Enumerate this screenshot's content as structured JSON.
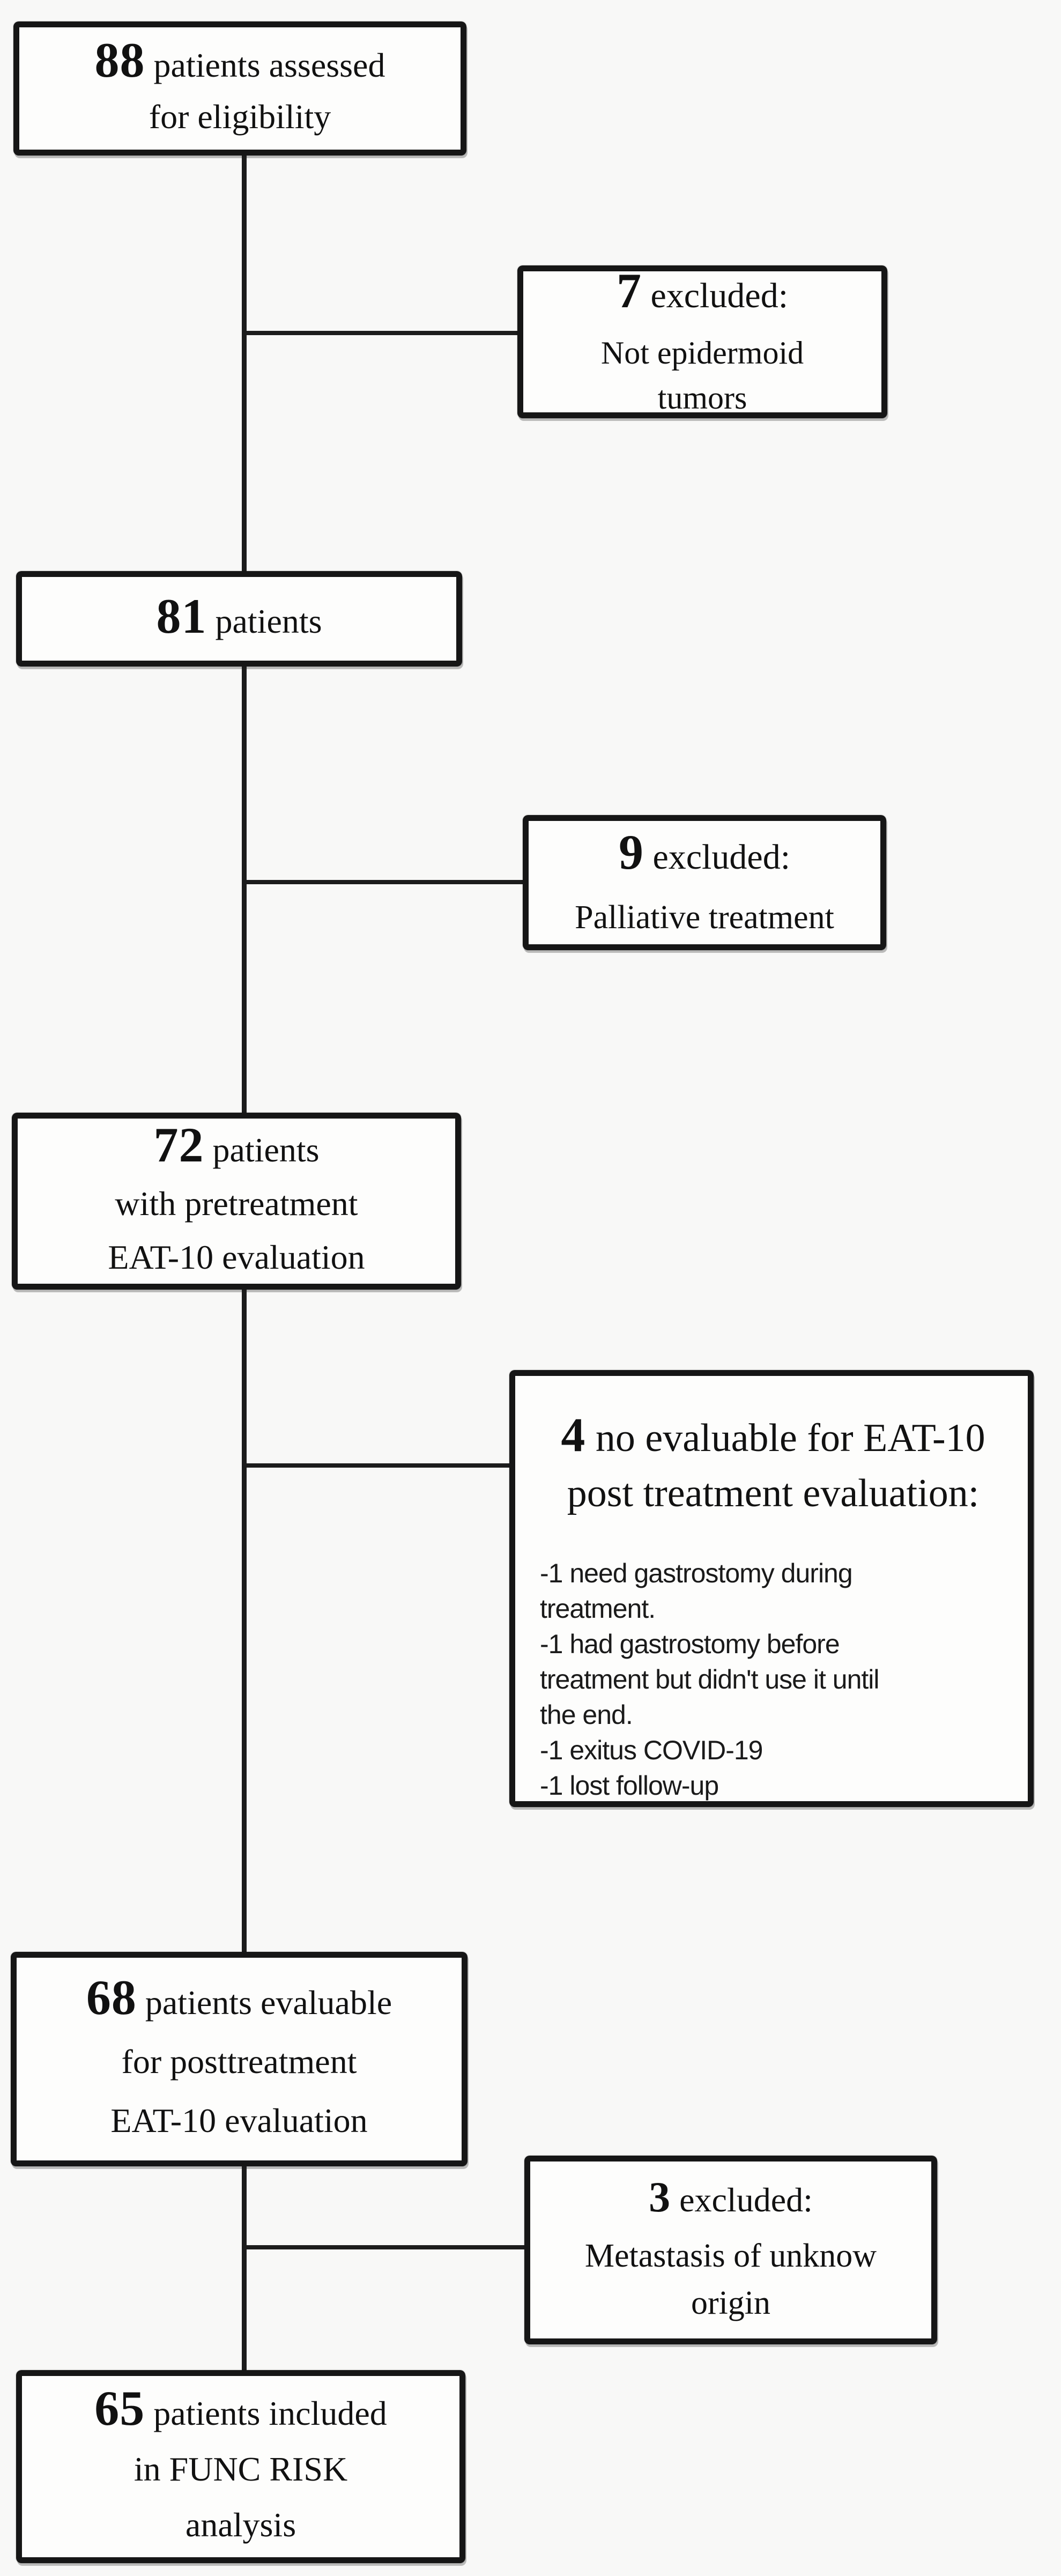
{
  "figure": {
    "type": "patient-flow-diagram",
    "colors": {
      "background": "#f8f8f7",
      "box_fill": "#fdfdfc",
      "line": "#1c1c1c",
      "border": "#161616"
    },
    "boxes": {
      "assessed": {
        "number": "88",
        "label": "patients assessed",
        "lines": [
          "for eligibility"
        ]
      },
      "excluded_1": {
        "number": "7",
        "label": "excluded:",
        "lines": [
          "Not epidermoid",
          "tumors"
        ]
      },
      "patients_81": {
        "number": "81",
        "label": "patients"
      },
      "excluded_2": {
        "number": "9",
        "label": "excluded:",
        "lines": [
          "Palliative treatment"
        ]
      },
      "pretreatment": {
        "number": "72",
        "label": "patients",
        "lines": [
          "with pretreatment",
          "EAT-10 evaluation"
        ]
      },
      "not_evaluable": {
        "number": "4",
        "label": "no evaluable for EAT-10",
        "lines": [
          "post treatment evaluation:"
        ],
        "detail_lines": [
          "-1 need gastrostomy during",
          "treatment.",
          "-1 had gastrostomy before",
          "treatment but didn't use it until",
          "the end.",
          "-1 exitus COVID-19",
          "-1 lost follow-up"
        ]
      },
      "posttreatment": {
        "number": "68",
        "label": "patients evaluable",
        "lines": [
          "for posttreatment",
          "EAT-10 evaluation"
        ]
      },
      "excluded_3": {
        "number": "3",
        "label": "excluded:",
        "lines": [
          "Metastasis of unknow",
          "origin"
        ]
      },
      "included": {
        "number": "65",
        "label": "patients included",
        "lines": [
          "in FUNC RISK",
          "analysis"
        ]
      }
    }
  }
}
